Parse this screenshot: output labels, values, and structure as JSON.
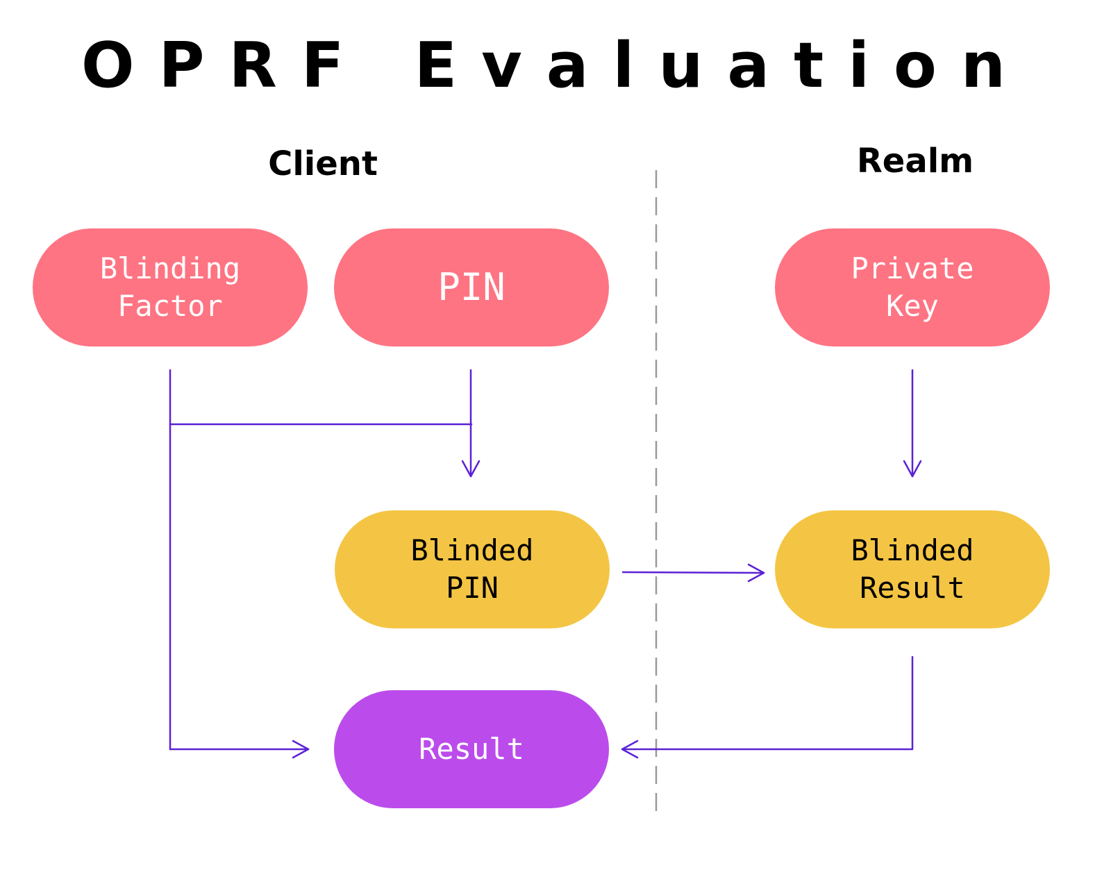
{
  "title": "OPRF Evaluation",
  "columns": {
    "client": "Client",
    "realm": "Realm"
  },
  "nodes": {
    "blinding_factor": "Blinding\nFactor",
    "pin": "PIN",
    "private_key": "Private\nKey",
    "blinded_pin": "Blinded\nPIN",
    "blinded_result": "Blinded\nResult",
    "result": "Result"
  },
  "colors": {
    "input_node": "#fe7483",
    "intermediate_node": "#f4c544",
    "result_node": "#bb4ceb",
    "arrow": "#5b21d6",
    "divider": "#999999"
  }
}
